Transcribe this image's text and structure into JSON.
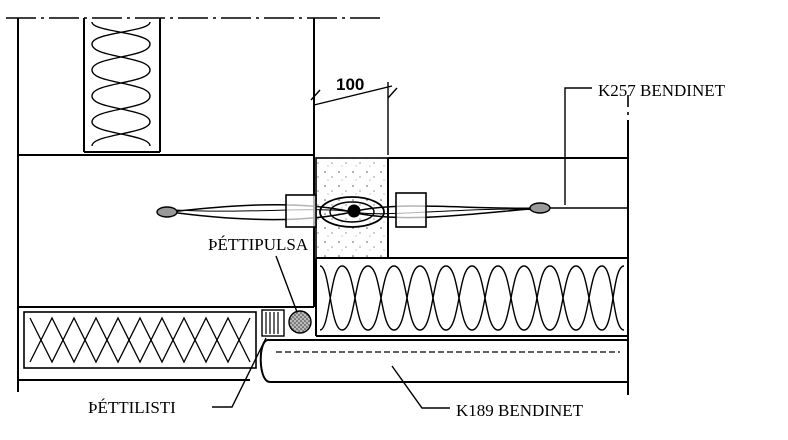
{
  "drawing": {
    "dimension_label": "100",
    "labels": {
      "k257": "K257 BENDINET",
      "pettipulsa": "ÞÉTTIPULSA",
      "pettilisti": "ÞÉTTILISTI",
      "k189": "K189 BENDINET"
    }
  }
}
